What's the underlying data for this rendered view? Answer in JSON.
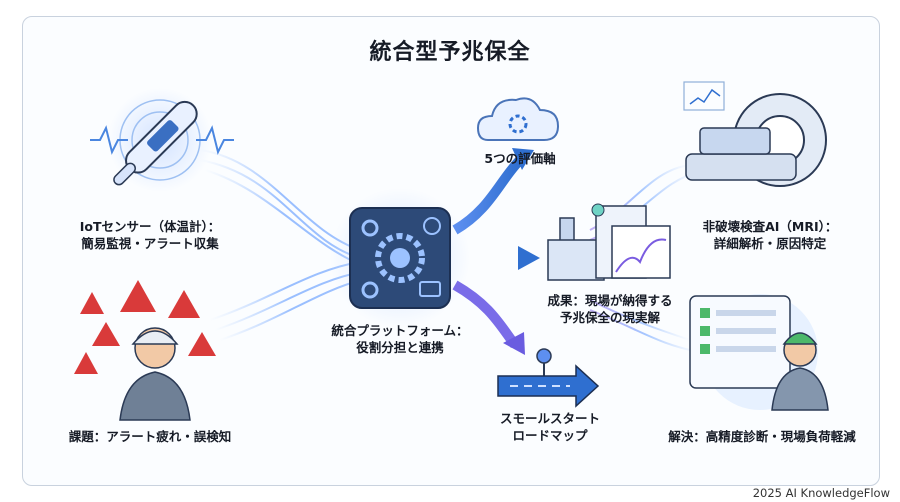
{
  "title": "統合型予兆保全",
  "nodes": {
    "iot": {
      "line1": "IoTセンサー（体温計）：",
      "line2": "簡易監視・アラート収集"
    },
    "issue": {
      "line1": "課題：アラート疲れ・誤検知"
    },
    "platform": {
      "line1": "統合プラットフォーム：",
      "line2": "役割分担と連携"
    },
    "axes": {
      "line1": "5つの評価軸"
    },
    "result": {
      "line1": "成果：現場が納得する",
      "line2": "予兆保全の現実解"
    },
    "roadmap": {
      "line1": "スモールスタート",
      "line2": "ロードマップ"
    },
    "mri": {
      "line1": "非破壊検査AI（MRI）：",
      "line2": "詳細解析・原因特定"
    },
    "solution": {
      "line1": "解決：高精度診断・現場負荷軽減"
    }
  },
  "footer": "2025 AI KnowledgeFlow",
  "colors": {
    "accent": "#2f6fd0",
    "alert": "#d93a3a",
    "flow": "#8fb8ff",
    "flow_purple": "#9a7cf0"
  }
}
